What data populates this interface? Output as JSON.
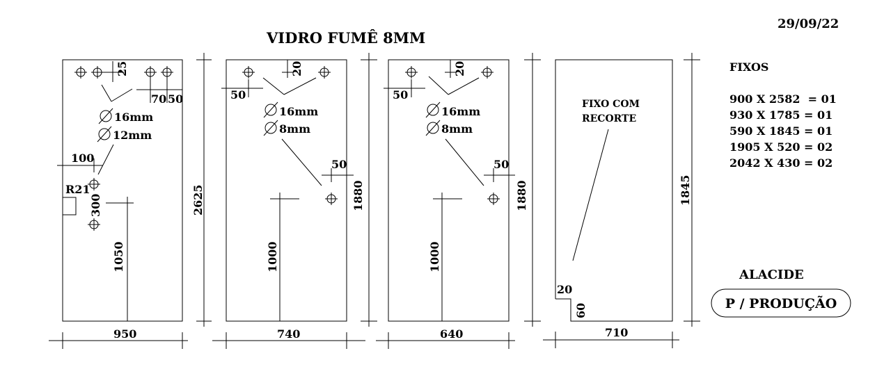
{
  "title": "VIDRO FUMÊ 8MM",
  "date": "29/09/22",
  "fixos": {
    "heading": "FIXOS",
    "lines": [
      "900 X 2582  = 01",
      "930 X 1785 = 01",
      "590 X 1845 = 01",
      "1905 X 520 = 02",
      "2042 X 430 = 02"
    ]
  },
  "client": "ALACIDE",
  "stamp": "P / PRODUÇÃO",
  "panels": [
    {
      "width": "950",
      "height": "2625",
      "hole_labels": [
        "16mm",
        "12mm"
      ],
      "dims": {
        "top_offset": "25",
        "right_a": "70",
        "right_b": "50",
        "left_offset": "100",
        "radius": "R21",
        "spacing": "300",
        "handle_height": "1050"
      }
    },
    {
      "width": "740",
      "height": "1880",
      "hole_labels": [
        "16mm",
        "8mm"
      ],
      "dims": {
        "top_offset": "20",
        "left_offset": "50",
        "right_offset": "50",
        "handle_height": "1000"
      }
    },
    {
      "width": "640",
      "height": "1880",
      "hole_labels": [
        "16mm",
        "8mm"
      ],
      "dims": {
        "top_offset": "20",
        "left_offset": "50",
        "right_offset": "50",
        "handle_height": "1000"
      }
    },
    {
      "width": "710",
      "height": "1845",
      "note": [
        "FIXO COM",
        "RECORTE"
      ],
      "dims": {
        "notch_w": "20",
        "notch_h": "60"
      }
    }
  ]
}
